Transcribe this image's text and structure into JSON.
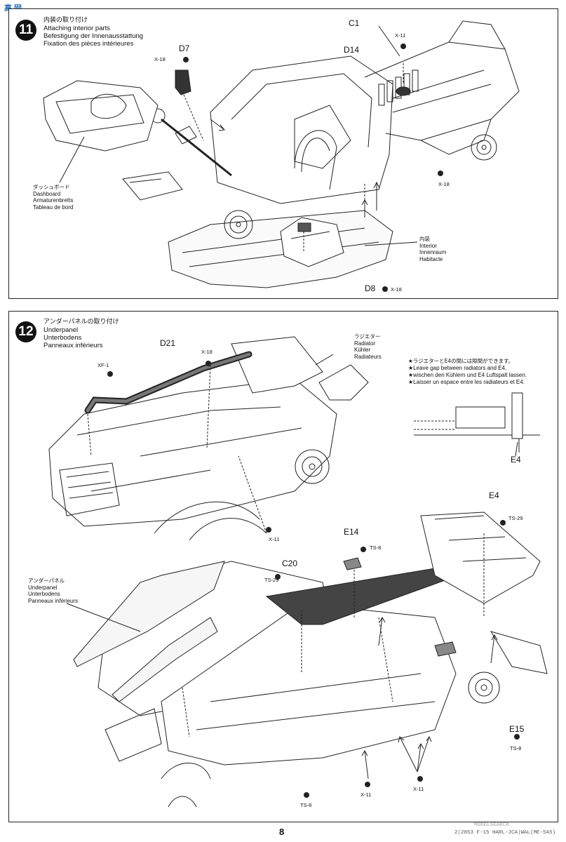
{
  "watermark": {
    "logo_text": "高 网"
  },
  "step11": {
    "number": "11",
    "title_jp": "内装の取り付け",
    "title_en": "Attaching interior parts",
    "title_de": "Befestigung der Innenausstattung",
    "title_fr": "Fixation des pièces intérieures",
    "parts": {
      "d7": "D7",
      "c1": "C1",
      "d14": "D14",
      "d8": "D8"
    },
    "screws": {
      "x18_a": "X-18",
      "x11": "X-11",
      "x18_b": "X-18",
      "x18_c": "X-18"
    },
    "dashboard": {
      "jp": "ダッシュボード",
      "en": "Dashboard",
      "de": "Armaturenbretts",
      "fr": "Tableau de bord"
    },
    "interior": {
      "jp": "内装",
      "en": "Interior",
      "de": "Innenraum",
      "fr": "Habitacle"
    }
  },
  "step12": {
    "number": "12",
    "title_jp": "アンダーパネルの取り付け",
    "title_en": "Underpanel",
    "title_de": "Unterbodens",
    "title_fr": "Panneaux inférieurs",
    "parts": {
      "d21": "D21",
      "e4_a": "E4",
      "e4_b": "E4",
      "e14": "E14",
      "c20": "C20",
      "e15": "E15"
    },
    "screws": {
      "xf1": "XF-1",
      "x18": "X-18",
      "x11_a": "X-11",
      "ts29_a": "TS-29",
      "ts8_a": "TS-8",
      "ts29_b": "TS-29",
      "ts8_b": "TS-8",
      "ts8_c": "TS-8",
      "x11_b": "X-11",
      "x11_c": "X-11"
    },
    "radiator": {
      "jp": "ラジエター",
      "en": "Radiator",
      "de": "Kühler",
      "fr": "Radiateurs"
    },
    "underpanel": {
      "jp": "アンダーパネル",
      "en": "Underpanel",
      "de": "Unterbodens",
      "fr": "Panneaux inférieurs"
    },
    "note": {
      "jp": "★ラジエターとE4の間には隙間ができます。",
      "en": "★Leave gap between radiators and E4.",
      "de": "★wischen den Kühlern und E4 Luftspalt lassen.",
      "fr": "★Laisser un espace entre les radiateurs et E4."
    }
  },
  "page_number": "8",
  "footer_code": "2|2853 F-15 HARL-JCA|WAL(ME-5A5)",
  "footer_watermark": "MODELSEARCH"
}
